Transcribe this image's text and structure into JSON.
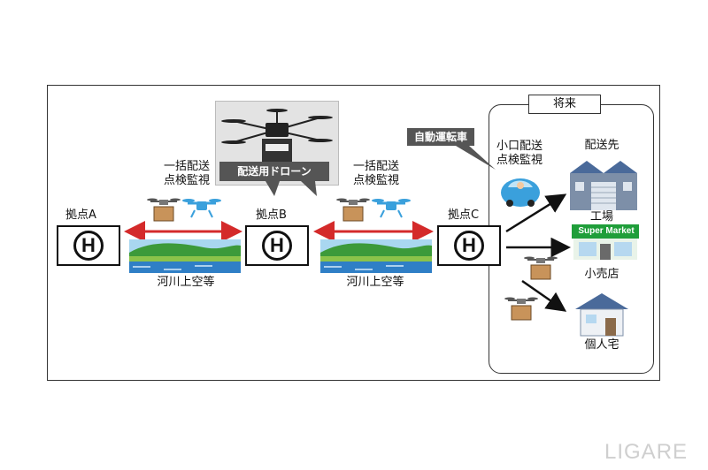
{
  "bases": {
    "a": {
      "label": "拠点A",
      "symbol": "H"
    },
    "b": {
      "label": "拠点B",
      "symbol": "H"
    },
    "c": {
      "label": "拠点C",
      "symbol": "H"
    }
  },
  "route1": {
    "label_line1": "一括配送",
    "label_line2": "点検監視",
    "river_label": "河川上空等"
  },
  "route2": {
    "label_line1": "一括配送",
    "label_line2": "点検監視",
    "river_label": "河川上空等"
  },
  "drone_callout": "配送用ドローン",
  "future": {
    "label": "将来",
    "car_callout": "自動運転車",
    "car_label_line1": "小口配送",
    "car_label_line2": "点検監視",
    "destinations_title": "配送先",
    "factory": "工場",
    "store_sign": "Super Market",
    "store": "小売店",
    "house": "個人宅"
  },
  "logo": "LIGARE",
  "colors": {
    "arrow_red": "#d42a2a",
    "sky_blue": "#3aa0dc",
    "store_green": "#1f9e3a",
    "callout_gray": "#555555"
  }
}
